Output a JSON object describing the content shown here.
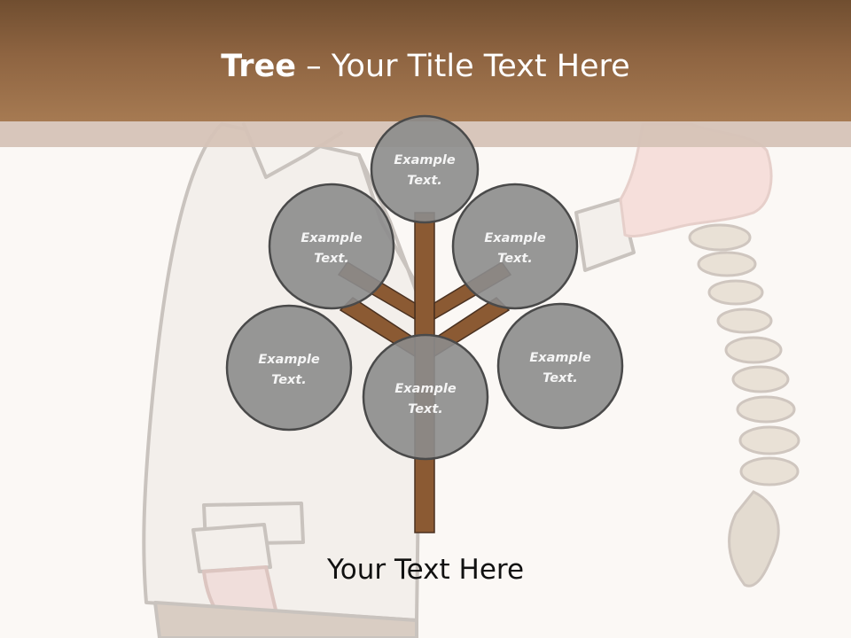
{
  "title": {
    "bold": "Tree",
    "dash": " – ",
    "rest": "Your Title Text Here"
  },
  "nodes": [
    {
      "line1": "Example",
      "line2": "Text."
    },
    {
      "line1": "Example",
      "line2": "Text."
    },
    {
      "line1": "Example",
      "line2": "Text."
    },
    {
      "line1": "Example",
      "line2": "Text."
    },
    {
      "line1": "Example",
      "line2": "Text."
    },
    {
      "line1": "Example",
      "line2": "Text."
    }
  ],
  "caption": "Your Text Here",
  "colors": {
    "header": "#8e6441",
    "band": "#d6c3b7",
    "trunk": "#8b5a33",
    "circle_fill": "#8c8c8c",
    "circle_stroke": "#4a4a4a"
  }
}
